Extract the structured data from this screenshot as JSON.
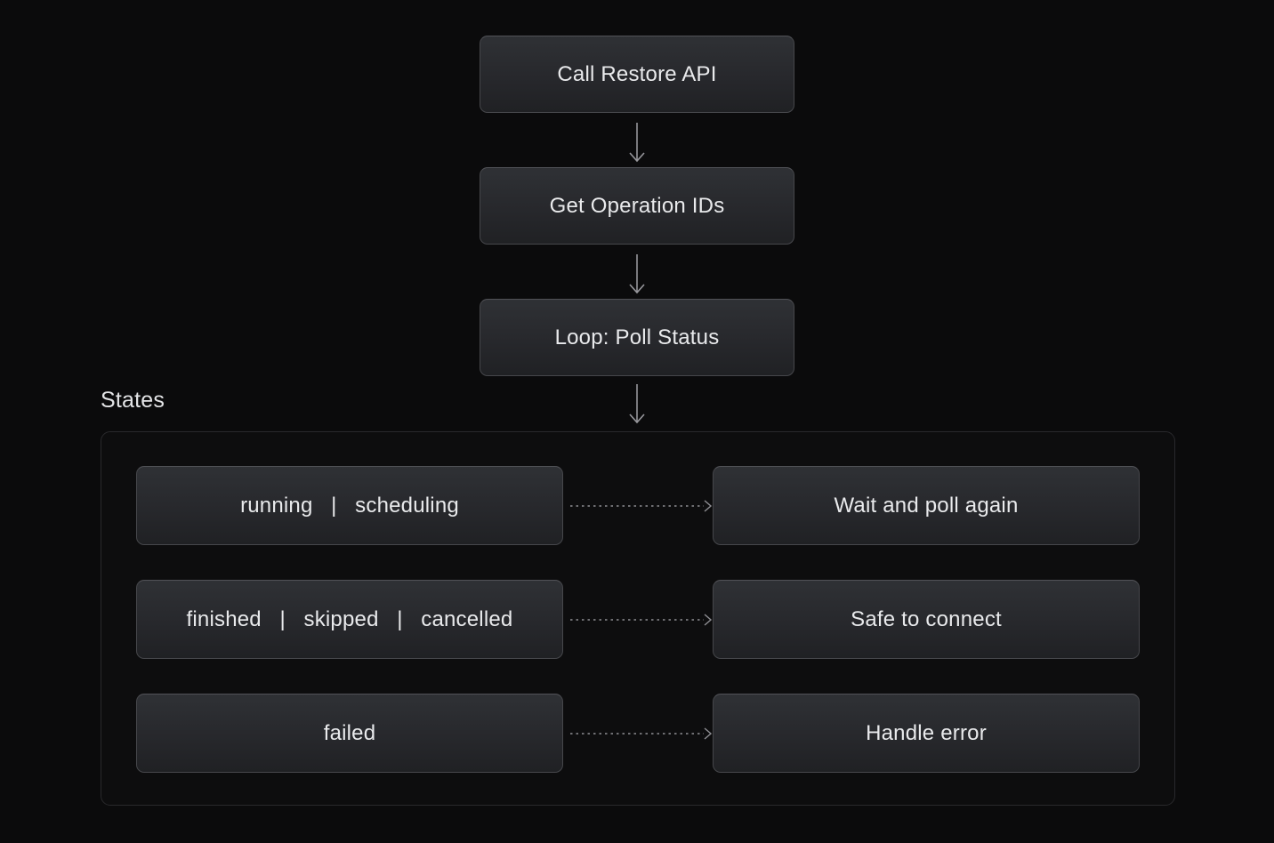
{
  "flow": {
    "steps": [
      {
        "label": "Call Restore API"
      },
      {
        "label": "Get Operation IDs"
      },
      {
        "label": "Loop: Poll Status"
      }
    ]
  },
  "states_section": {
    "title": "States",
    "rows": [
      {
        "states": "running   |   scheduling",
        "outcome": "Wait and poll again"
      },
      {
        "states": "finished   |   skipped   |   cancelled",
        "outcome": "Safe to connect"
      },
      {
        "states": "failed",
        "outcome": "Handle error"
      }
    ]
  },
  "colors": {
    "background": "#0b0b0c",
    "node_fill_top": "#2f3135",
    "node_fill_bottom": "#202124",
    "node_border": "#46474b",
    "container_border": "#29292c",
    "text": "#e9eaec",
    "arrow": "#97979c"
  }
}
